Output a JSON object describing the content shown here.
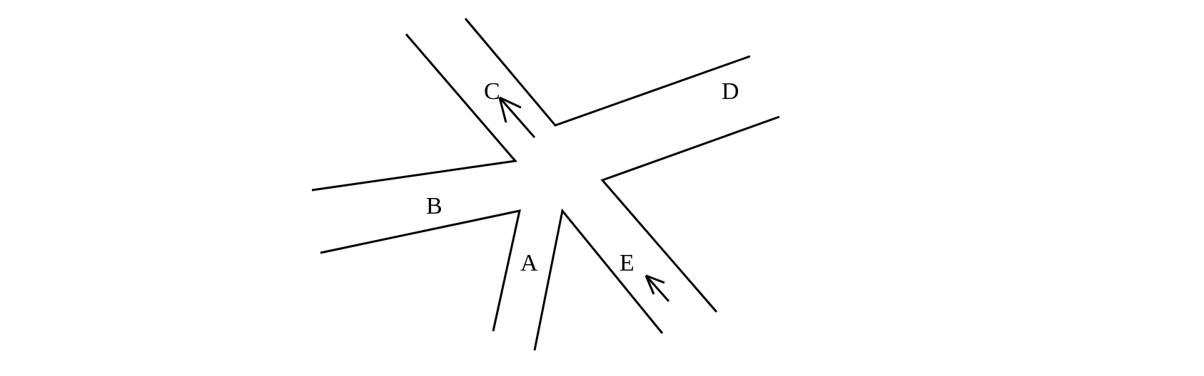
{
  "diagram": {
    "labels": {
      "a": "A",
      "b": "B",
      "c": "C",
      "d": "D",
      "e": "E"
    },
    "colors": {
      "background": "#ffffff",
      "stroke": "#000000"
    }
  }
}
